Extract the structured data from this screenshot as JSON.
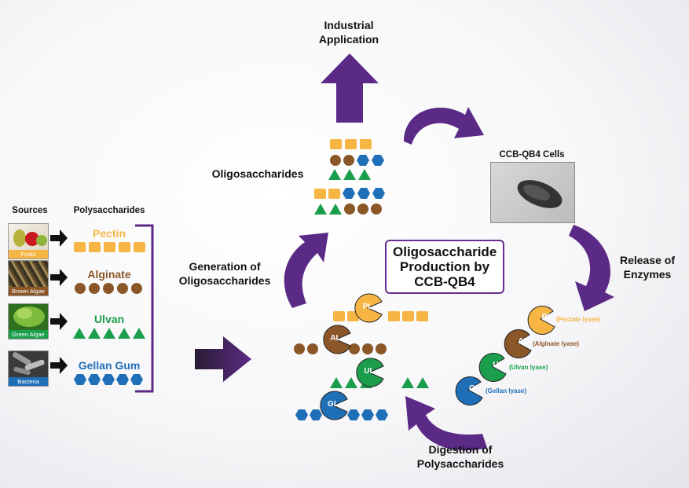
{
  "headers": {
    "sources": "Sources",
    "polysaccharides": "Polysaccharides"
  },
  "sources": [
    {
      "tag": "Fruits",
      "polysaccharide": "Pectin",
      "color": "#f7b543",
      "shape": "square"
    },
    {
      "tag": "Brown Algae",
      "polysaccharide": "Alginate",
      "color": "#8b5728",
      "shape": "circle"
    },
    {
      "tag": "Green Algae",
      "polysaccharide": "Ulvan",
      "color": "#1b9e4b",
      "shape": "triangle"
    },
    {
      "tag": "Bacteria",
      "polysaccharide": "Gellan Gum",
      "color": "#1f6fb8",
      "shape": "hexagon"
    }
  ],
  "labels": {
    "industrial": "Industrial Application",
    "oligosaccharides": "Oligosaccharides",
    "cells": "CCB-QB4 Cells",
    "release": "Release of Enzymes",
    "digestion": "Digestion of Polysaccharides",
    "generation": "Generation of Oligosaccharides",
    "center": "Oligosaccharide Production by CCB-QB4"
  },
  "enzymes": [
    {
      "abbr": "PL",
      "name": "(Pectate lyase)",
      "color": "#f7b543"
    },
    {
      "abbr": "AL",
      "name": "(Alginate lyase)",
      "color": "#8b5728"
    },
    {
      "abbr": "UL",
      "name": "(Ulvan lyase)",
      "color": "#1b9e4b"
    },
    {
      "abbr": "GL",
      "name": "(Gellan lyase)",
      "color": "#1f6fb8"
    }
  ],
  "colors": {
    "arrow": "#5b2a86",
    "black_arrow": "#111111",
    "bracket": "#5b2a86"
  }
}
